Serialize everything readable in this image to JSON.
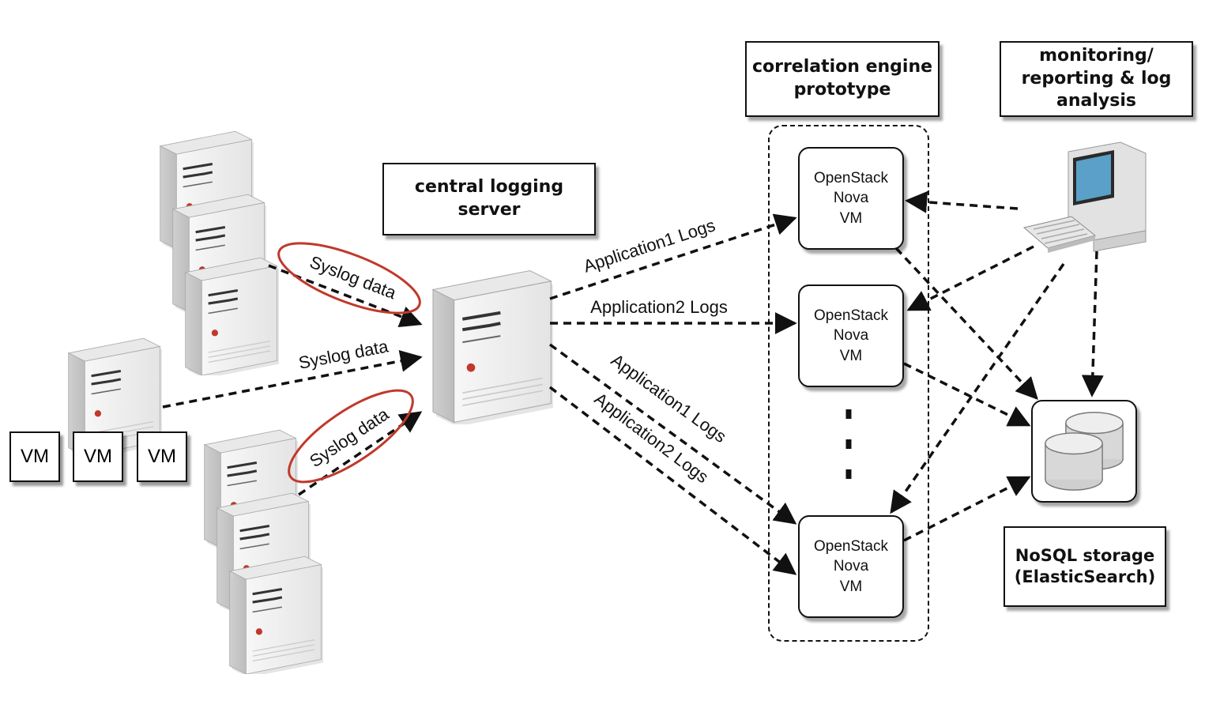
{
  "labels": {
    "correlation_engine": "correlation engine\nprototype",
    "monitoring": "monitoring/\nreporting & log\nanalysis",
    "central_logging": "central logging\nserver",
    "nosql": "NoSQL storage\n(ElasticSearch)"
  },
  "nova_vms": [
    {
      "text": "OpenStack\nNova\nVM"
    },
    {
      "text": "OpenStack\nNova\nVM"
    },
    {
      "text": "OpenStack\nNova\nVM"
    }
  ],
  "hypervisor_vms": [
    "VM",
    "VM",
    "VM"
  ],
  "edge_labels": {
    "syslog_top": "Syslog data",
    "syslog_mid": "Syslog data",
    "syslog_bottom": "Syslog data",
    "app1_top": "Application1 Logs",
    "app2_mid": "Application2 Logs",
    "app1_lower": "Application1 Logs",
    "app2_lower": "Application2 Logs"
  },
  "colors": {
    "highlight_ellipse": "#c0392b",
    "stroke": "#111111",
    "server_body": "#f0f0f0",
    "server_side": "#d4d4d4"
  }
}
